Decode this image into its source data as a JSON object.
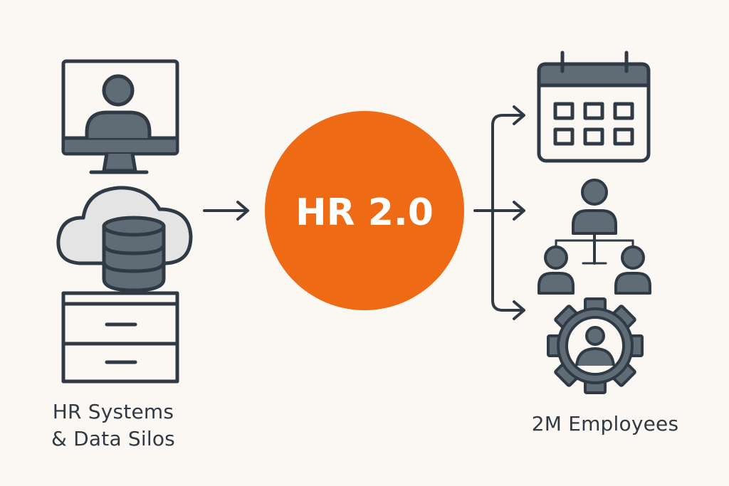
{
  "left_label_line1": "HR Systems",
  "left_label_line2": "& Data Silos",
  "hub_label": "HR 2.0",
  "right_label": "2M Employees",
  "colors": {
    "background": "#fbf8f3",
    "accent": "#ee6a15",
    "icon_stroke": "#2f3a44",
    "icon_fill": "#5f6b75",
    "icon_light": "#e4e4e4"
  },
  "icons": [
    "computer-monitor-user-icon",
    "cloud-database-icon",
    "filing-cabinet-icon",
    "calendar-icon",
    "org-chart-icon",
    "gear-user-icon"
  ]
}
